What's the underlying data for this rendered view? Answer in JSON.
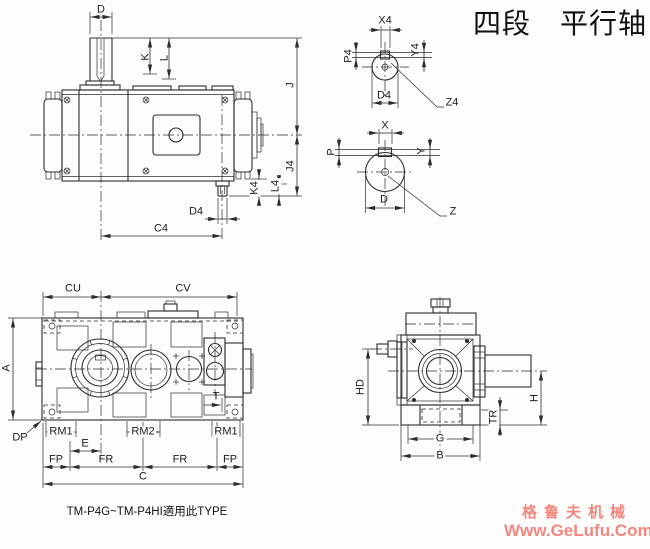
{
  "page": {
    "title": "四段　平行轴",
    "note": "TM-P4G~TM-P4HI適用此TYPE"
  },
  "watermark": {
    "line1": "格鲁夫机械",
    "line2": "Www.GeLufu.Com",
    "color": "#f2867f"
  },
  "labels": {
    "top_view": {
      "d": "D",
      "k": "K",
      "l": "L",
      "j": "J",
      "j4": "J4",
      "k4": "K4",
      "l4": "L4",
      "d4": "D4",
      "c4": "C4"
    },
    "shaft4": {
      "x4": "X4",
      "p4": "P4",
      "y4": "Y4",
      "d4": "D4",
      "z4": "Z4"
    },
    "shaft": {
      "x": "X",
      "p": "P",
      "y": "Y",
      "d": "D",
      "z": "Z"
    },
    "front_view": {
      "cu": "CU",
      "cv": "CV",
      "a": "A",
      "dp": "DP",
      "rm1_left": "RM1",
      "rm2": "RM2",
      "rm1_right": "RM1",
      "e": "E",
      "t": "T",
      "fp_left": "FP",
      "fr_left": "FR",
      "fr_right": "FR",
      "fp_right": "FP",
      "c": "C"
    },
    "side_view": {
      "hd": "HD",
      "h": "H",
      "tr": "TR",
      "g": "G",
      "b": "B"
    }
  }
}
